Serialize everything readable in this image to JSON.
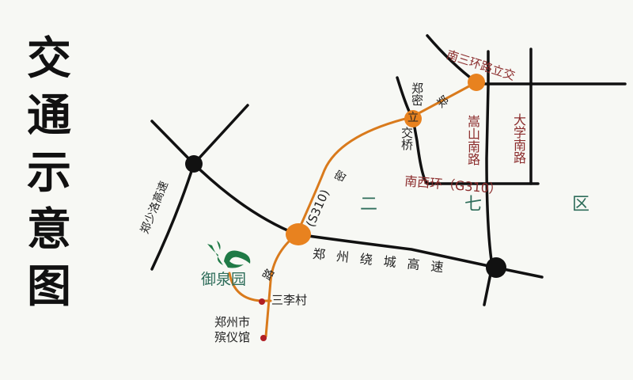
{
  "title": {
    "chars": [
      "交",
      "通",
      "示",
      "意",
      "图"
    ],
    "text": "交通示意图"
  },
  "colors": {
    "road": "#111111",
    "route": "#d97a1c",
    "node_orange": "#e8821f",
    "node_black": "#111111",
    "label_red": "#8b2c2c",
    "district_green": "#2e6d5a",
    "poi_dot": "#b01e24",
    "brand_green": "#1f7a46"
  },
  "roads": {
    "zhengshao_expressway": "郑少洛高速",
    "ring_expressway": "郑州绕城高速",
    "zhengmi_road_s310_a": "(S310)",
    "zhengmi_road_char_1": "郑",
    "zhengmi_road_char_2": "路",
    "zhengmi_road_char_3": "密",
    "songshan_south": "嵩山南路",
    "daxue_south": "大学南路",
    "south_west_ring": "南西环（G310）",
    "south_third_ring_interchange": "南三环路立交",
    "zhengmi_interchange": "郑密立交桥",
    "zhengmi_interchange_mid": "立",
    "interchange_top": "郑密",
    "interchange_bottom": "交桥"
  },
  "district": {
    "chars": [
      "二",
      "七",
      "区"
    ]
  },
  "poi": {
    "brand": "御泉园",
    "sanli_village": "三李村",
    "funeral_home_line1": "郑州市",
    "funeral_home_line2": "殡仪馆"
  }
}
